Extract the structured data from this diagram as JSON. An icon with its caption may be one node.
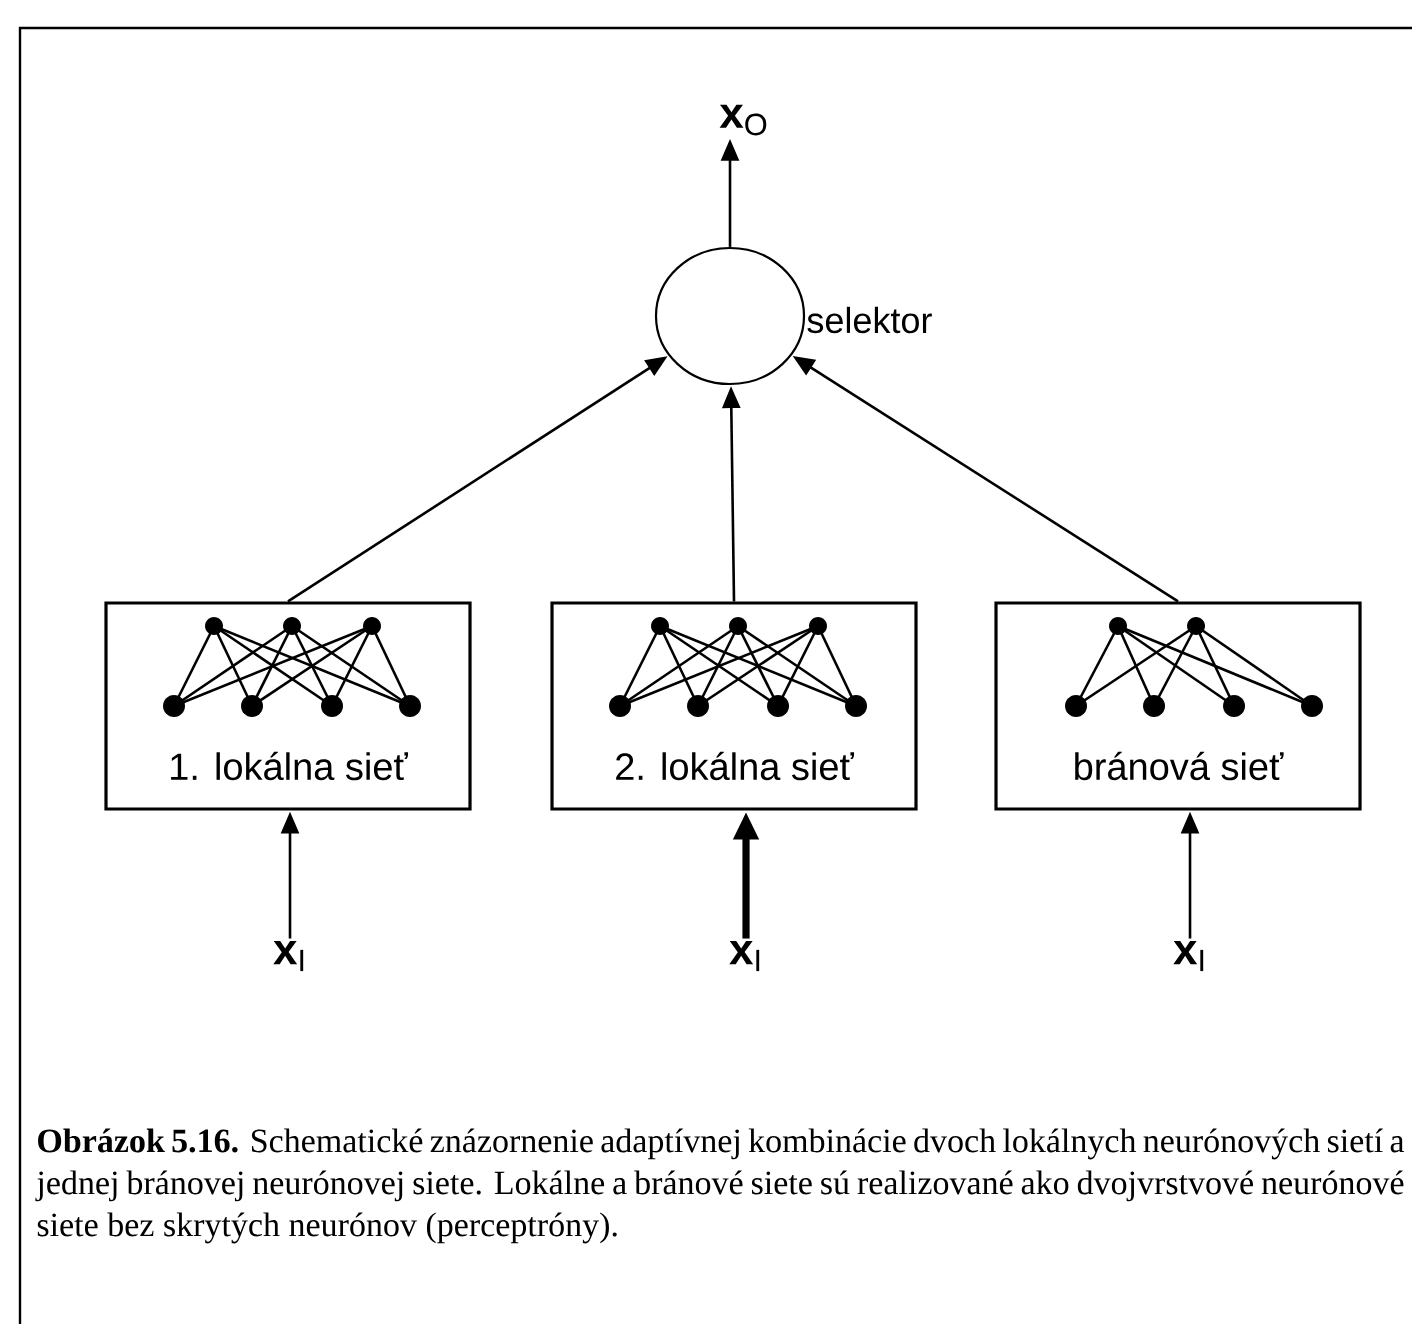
{
  "diagram": {
    "caption": "**Obrázok 5.16.** Schematické znázornenie adaptívnej kombinácie dvoch lokálnych neurónových sietí a jednej bránovej neurónovej siete. Lokálne a bránové siete sú realizované ako dvojvrstvové neurónové siete bez skrytých neurónov (perceptróny).",
    "nodes": [
      {
        "text": [],
        "shape": "circle",
        "beside": [
          "selektor"
        ]
      },
      {
        "text": [
          "**x**$_{O}$"
        ]
      },
      {
        "text": [
          "1. lokálna sieť"
        ]
      },
      {
        "text": [
          "2. lokálna sieť"
        ]
      },
      {
        "text": [
          "bránová sieť"
        ]
      },
      {
        "text": [
          "**x**$_{I}$"
        ]
      },
      {
        "text": [
          "**x**$_{I}$"
        ]
      },
      {
        "text": [
          "**x**$_{I}$"
        ]
      }
    ],
    "edges": [
      {
        "from": 0,
        "to": 1,
        "arrow": "to"
      },
      {
        "from": 2,
        "to": 0,
        "arrow": "to"
      },
      {
        "from": 3,
        "to": 0,
        "arrow": "to"
      },
      {
        "from": 4,
        "to": 0,
        "arrow": "to"
      },
      {
        "from": 5,
        "to": 2,
        "arrow": "to"
      },
      {
        "from": 6,
        "to": 3,
        "arrow": "to",
        "style": "thick"
      },
      {
        "from": 7,
        "to": 4,
        "arrow": "to"
      }
    ]
  }
}
